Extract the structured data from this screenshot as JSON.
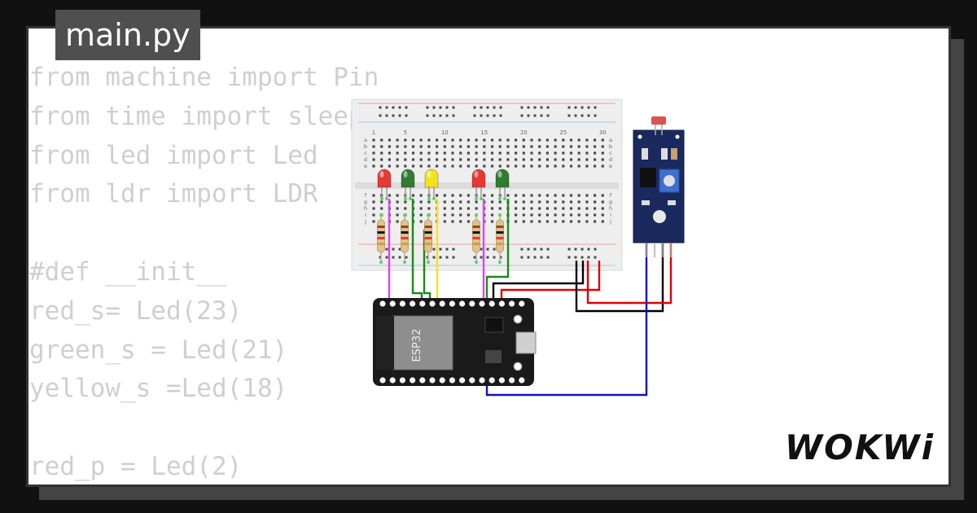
{
  "file_tab": {
    "title": "main.py"
  },
  "code_lines": [
    "from machine import Pin",
    "from time import sleep",
    "from led import Led",
    "from ldr import LDR",
    "",
    "#def __init__",
    "red_s= Led(23)",
    "green_s = Led(21)",
    "yellow_s =Led(18)",
    "",
    "red_p = Led(2)"
  ],
  "breadboard": {
    "top_numbers": [
      "1",
      "5",
      "10",
      "15",
      "20",
      "25",
      "30"
    ],
    "row_letters_top": [
      "a",
      "b",
      "c",
      "d",
      "e"
    ],
    "row_letters_bottom": [
      "f",
      "g",
      "h",
      "i",
      "j"
    ]
  },
  "leds": [
    "red",
    "green",
    "yellow",
    "red",
    "green"
  ],
  "colors": {
    "led_red": "#e53935",
    "led_green": "#2e7d32",
    "led_yellow": "#f2e21b",
    "wire_magenta": "#e040fb",
    "wire_green": "#1b8a1b",
    "wire_yellow": "#f5e414",
    "wire_black": "#000000",
    "wire_red": "#e00000",
    "wire_blue": "#1010c0"
  },
  "esp32": {
    "label": "ESP32"
  },
  "logo": {
    "text": "WOKWi"
  }
}
